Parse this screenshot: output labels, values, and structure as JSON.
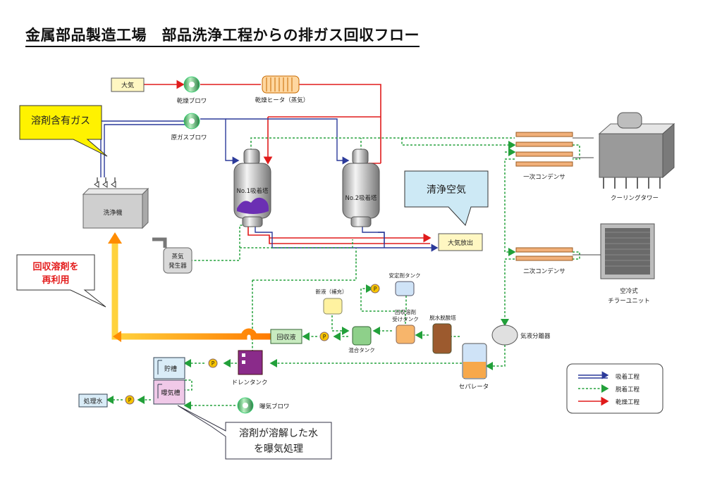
{
  "title": "金属部品製造工場　部品洗浄工程からの排ガス回収フロー",
  "components": {
    "air": "大気",
    "dry_blower": "乾燥ブロワ",
    "dry_heater": "乾燥ヒータ（蒸気）",
    "raw_gas_blower": "原ガスブロワ",
    "tower1": "No.1吸着塔",
    "tower2": "No.2吸着塔",
    "washer": "洗浄機",
    "steam_gen_line1": "蒸気",
    "steam_gen_line2": "発生器",
    "atmos_release": "大気放出",
    "primary_condenser": "一次コンデンサ",
    "cooling_tower": "クーリングタワー",
    "secondary_condenser": "二次コンデンサ",
    "chiller_line1": "空冷式",
    "chiller_line2": "チラーユニット",
    "stabilizer_tank": "安定剤タンク",
    "new_liquid": "新液（補充）",
    "recovered_tank_line1": "回収溶剤",
    "recovered_tank_line2": "受けタンク",
    "dehydration_tower": "脱水脱酸塔",
    "gas_liquid_separator": "気液分離器",
    "recovered_liquid": "回収液",
    "mixing_tank": "混合タンク",
    "separator": "セパレータ",
    "drain_tank": "ドレンタンク",
    "storage_tank": "貯槽",
    "aeration_tank": "曝気槽",
    "treated_water": "処理水",
    "aeration_blower": "曝気ブロワ",
    "pump_symbol": "P"
  },
  "callouts": {
    "solvent_gas": "溶剤含有ガス",
    "clean_air": "清浄空気",
    "reuse_line1": "回収溶剤を",
    "reuse_line2": "再利用",
    "water_line1": "溶剤が溶解した水",
    "water_line2": "を曝気処理"
  },
  "legend": {
    "adsorption": "吸着工程",
    "desorption": "脱着工程",
    "drying": "乾燥工程"
  },
  "colors": {
    "adsorption": "#2b3a9a",
    "desorption": "#22a03a",
    "drying": "#e01b1b",
    "recycle": "#f5a623",
    "callout_yellow": "#fff200",
    "callout_blue": "#cde9f5"
  }
}
